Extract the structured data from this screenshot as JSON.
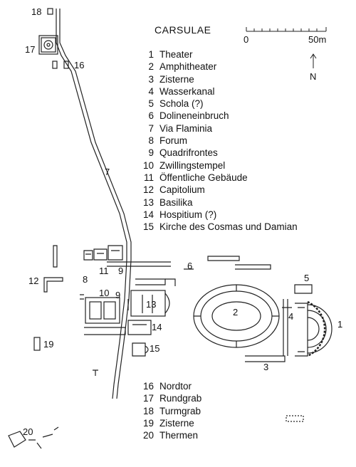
{
  "title": "CARSULAE",
  "scale": {
    "start": "0",
    "end": "50m"
  },
  "north": "N",
  "legend_top": [
    {
      "num": "1",
      "name": "Theater"
    },
    {
      "num": "2",
      "name": "Amphitheater"
    },
    {
      "num": "3",
      "name": "Zisterne"
    },
    {
      "num": "4",
      "name": "Wasserkanal"
    },
    {
      "num": "5",
      "name": "Schola (?)"
    },
    {
      "num": "6",
      "name": "Dolineneinbruch"
    },
    {
      "num": "7",
      "name": "Via Flaminia"
    },
    {
      "num": "8",
      "name": "Forum"
    },
    {
      "num": "9",
      "name": "Quadrifrontes"
    },
    {
      "num": "10",
      "name": "Zwillingstempel"
    },
    {
      "num": "11",
      "name": "Öffentliche Gebäude"
    },
    {
      "num": "12",
      "name": "Capitolium"
    },
    {
      "num": "13",
      "name": "Basilika"
    },
    {
      "num": "14",
      "name": "Hospitium (?)"
    },
    {
      "num": "15",
      "name": "Kirche des Cosmas und Damian"
    }
  ],
  "legend_bottom": [
    {
      "num": "16",
      "name": "Nordtor"
    },
    {
      "num": "17",
      "name": "Rundgrab"
    },
    {
      "num": "18",
      "name": "Turmgrab"
    },
    {
      "num": "19",
      "name": "Zisterne"
    },
    {
      "num": "20",
      "name": "Thermen"
    }
  ],
  "map_labels": [
    "18",
    "17",
    "16",
    "7",
    "6",
    "11",
    "9",
    "12",
    "8",
    "5",
    "10",
    "9",
    "13",
    "2",
    "4",
    "1",
    "14",
    "19",
    "15",
    "3",
    "20"
  ]
}
